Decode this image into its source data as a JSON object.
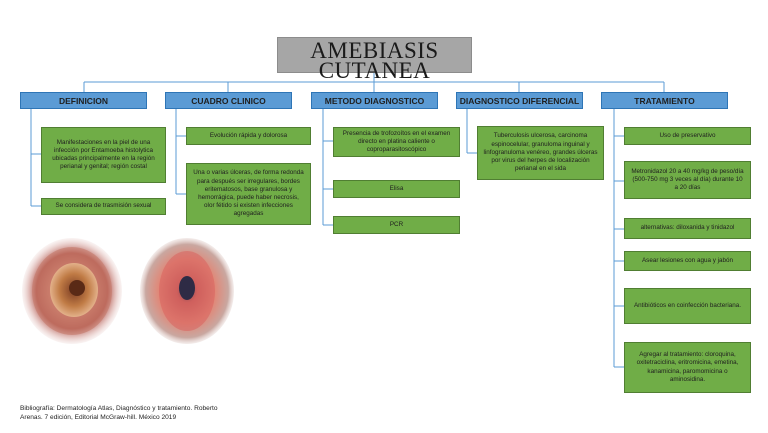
{
  "title": {
    "line1": "AMEBIASIS",
    "line2": "CUTANEA"
  },
  "headers": {
    "definicion": "DEFINICION",
    "cuadro": "CUADRO CLINICO",
    "metodo": "METODO DIAGNOSTICO",
    "diferencial": "DIAGNOSTICO DIFERENCIAL",
    "tratamiento": "TRATAMIENTO"
  },
  "definicion": [
    "Manifestaciones en la piel de una infección por Entamoeba histolytica ubicadas principalmente en la región perianal y genital; región costal",
    "Se considera de trasmisión sexual"
  ],
  "cuadro": [
    "Evolución rápida y dolorosa",
    "Una o varias úlceras, de forma redonda para después ser irregulares, bordes eritematosos, base granulosa y hemorrágica, puede haber necrosis, olor fétido si existen infecciones agregadas"
  ],
  "metodo": [
    "Presencia de trofozoítos en el examen directo en platina caliente o coproparasitoscópico",
    "Elisa",
    "PCR"
  ],
  "diferencial": [
    "Tuberculosis ulcerosa, carcinoma espinocelular, granuloma inguinal y linfogranuloma venéreo, grandes úlceras por virus del herpes de localización perianal en el sida"
  ],
  "tratamiento": [
    "Uso de preservativo",
    "Metronidazol 20 a 40 mg/kg de peso/día (500-750 mg 3 veces al día) durante 10 a 20 días",
    "alternativas: diloxanida y tinidazol",
    "Asear lesiones con agua y jabón",
    "Antibióticos en coinfección bacteriana.",
    "Agregar al tratamiento: cloroquina, oxitetraciclina, eritromicina, emetina, kanamicina, paromomicina o aminosidina."
  ],
  "bibliografia": {
    "line1": "Bibliografía: Dermatología Atlas, Diagnóstico y tratamiento. Roberto",
    "line2": "Arenas. 7 edición, Editorial McGraw-hill. México 2019"
  },
  "colors": {
    "header": "#5b9bd5",
    "box": "#70ad47",
    "title": "#a6a6a6",
    "line": "#5b9bd5"
  }
}
